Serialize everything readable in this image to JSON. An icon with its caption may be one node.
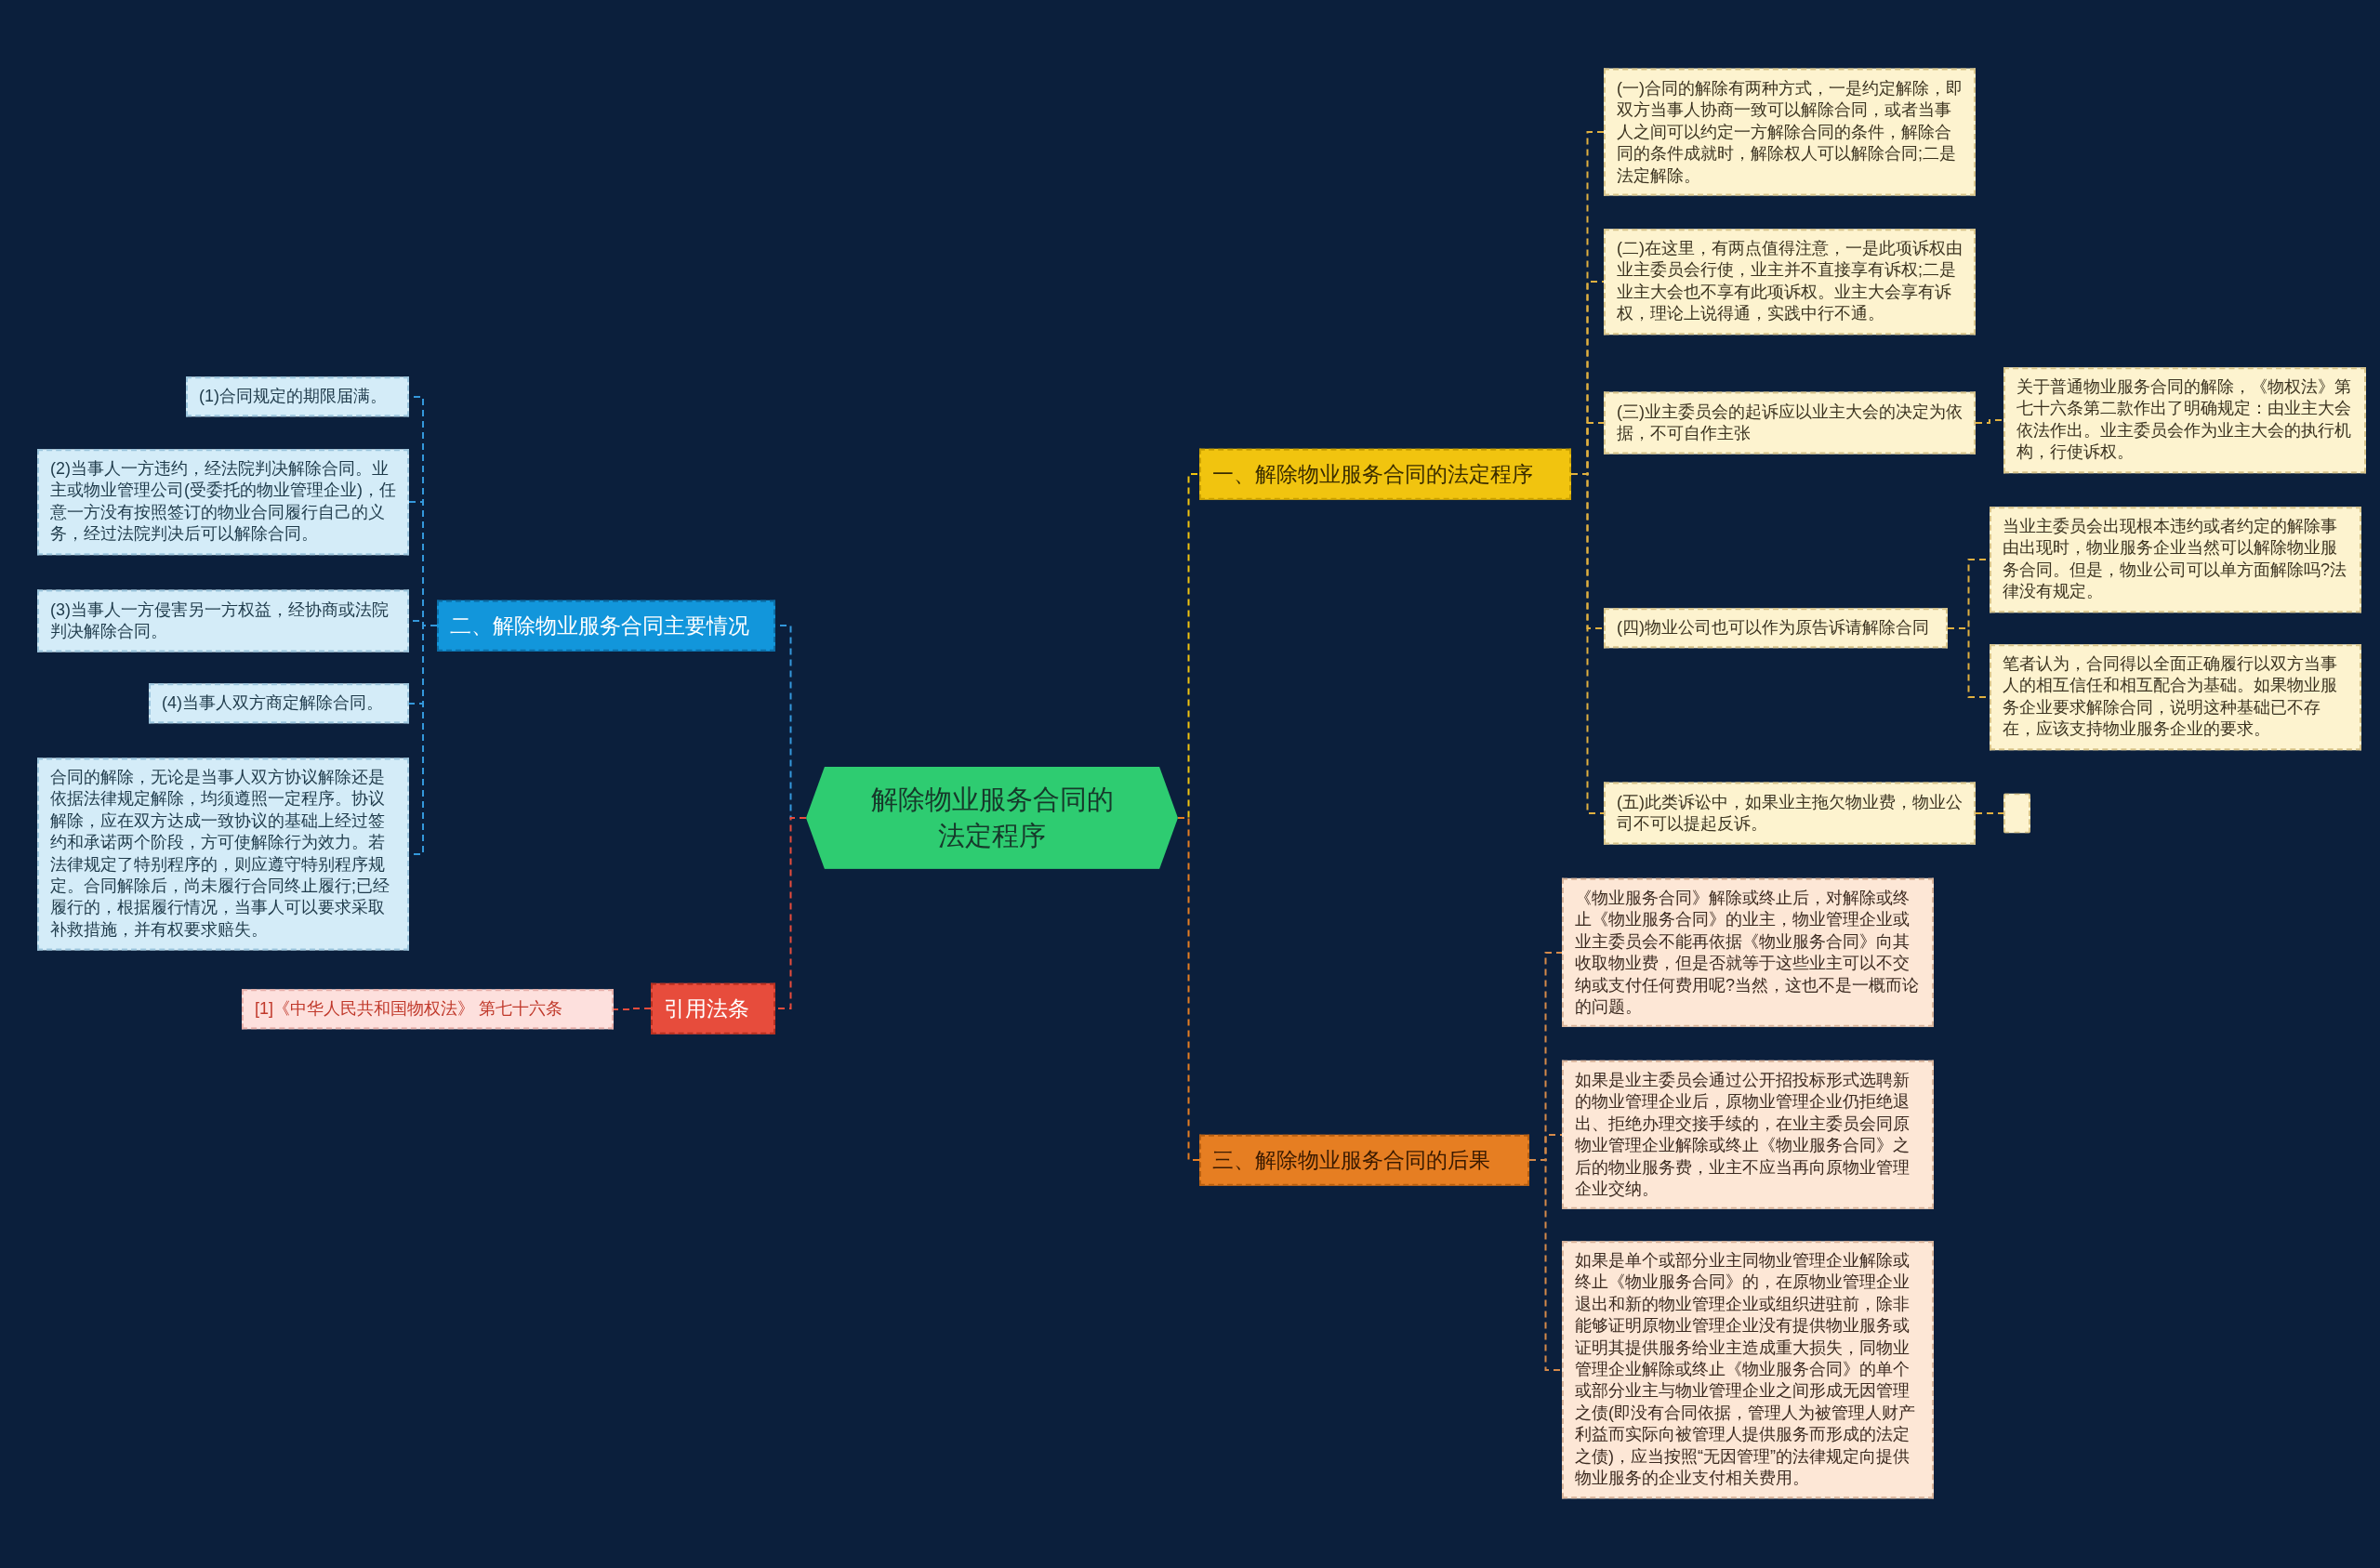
{
  "diagram": {
    "nodes": [
      {
        "text": [
          "解除物业服务合同的法定程序"
        ]
      },
      {
        "text": [
          "一、解除物业服务合同的法定程序"
        ]
      },
      {
        "text": [
          "(一)合同的解除有两种方式，一是约定解除，即双方当事人协商一致可以解除合同，或者当事人之间可以约定一方解除合同的条件，解除合同的条件成就时，解除权人可以解除合同;二是法定解除。"
        ]
      },
      {
        "text": [
          "(二)在这里，有两点值得注意，一是此项诉权由业主委员会行使，业主并不直接享有诉权;二是业主大会也不享有此项诉权。业主大会享有诉权，理论上说得通，实践中行不通。"
        ]
      },
      {
        "text": [
          "(三)业主委员会的起诉应以业主大会的决定为依据，不可自作主张"
        ]
      },
      {
        "text": [
          "关于普通物业服务合同的解除，《物权法》第七十六条第二款作出了明确规定：由业主大会依法作出。业主委员会作为业主大会的执行机构，行使诉权。"
        ]
      },
      {
        "text": [
          "(四)物业公司也可以作为原告诉请解除合同"
        ]
      },
      {
        "text": [
          "当业主委员会出现根本违约或者约定的解除事由出现时，物业服务企业当然可以解除物业服务合同。但是，物业公司可以单方面解除吗?法律没有规定。"
        ]
      },
      {
        "text": [
          "笔者认为，合同得以全面正确履行以双方当事人的相互信任和相互配合为基础。如果物业服务企业要求解除合同，说明这种基础已不存在，应该支持物业服务企业的要求。"
        ]
      },
      {
        "text": [
          "(五)此类诉讼中，如果业主拖欠物业费，物业公司不可以提起反诉。"
        ]
      },
      {
        "text": [],
        "shape": "box"
      },
      {
        "text": [
          "三、解除物业服务合同的后果"
        ]
      },
      {
        "text": [
          "《物业服务合同》解除或终止后，对解除或终止《物业服务合同》的业主，物业管理企业或业主委员会不能再依据《物业服务合同》向其收取物业费，但是否就等于这些业主可以不交纳或支付任何费用呢?当然，这也不是一概而论的问题。"
        ]
      },
      {
        "text": [
          "如果是业主委员会通过公开招投标形式选聘新的物业管理企业后，原物业管理企业仍拒绝退出、拒绝办理交接手续的，在业主委员会同原物业管理企业解除或终止《物业服务合同》之后的物业服务费，业主不应当再向原物业管理企业交纳。"
        ]
      },
      {
        "text": [
          "如果是单个或部分业主同物业管理企业解除或终止《物业服务合同》的，在原物业管理企业退出和新的物业管理企业或组织进驻前，除非能够证明原物业管理企业没有提供物业服务或证明其提供服务给业主造成重大损失，同物业管理企业解除或终止《物业服务合同》的单个或部分业主与物业管理企业之间形成无因管理之债(即没有合同依据，管理人为被管理人财产利益而实际向被管理人提供服务而形成的法定之债)，应当按照“无因管理”的法律规定向提供物业服务的企业支付相关费用。"
        ]
      },
      {
        "text": [
          "二、解除物业服务合同主要情况"
        ]
      },
      {
        "text": [
          "(1)合同规定的期限届满。"
        ]
      },
      {
        "text": [
          "(2)当事人一方违约，经法院判决解除合同。业主或物业管理公司(受委托的物业管理企业)，任意一方没有按照签订的物业合同履行自己的义务，经过法院判决后可以解除合同。"
        ]
      },
      {
        "text": [
          "(3)当事人一方侵害另一方权益，经协商或法院判决解除合同。"
        ]
      },
      {
        "text": [
          "(4)当事人双方商定解除合同。"
        ]
      },
      {
        "text": [
          "合同的解除，无论是当事人双方协议解除还是依据法律规定解除，均须遵照一定程序。协议解除，应在双方达成一致协议的基础上经过签约和承诺两个阶段，方可使解除行为效力。若法律规定了特别程序的，则应遵守特别程序规定。合同解除后，尚未履行合同终止履行;已经履行的，根据履行情况，当事人可以要求采取补救措施，并有权要求赔失。"
        ]
      },
      {
        "text": [
          "引用法条"
        ]
      },
      {
        "text": [
          "[1]《中华人民共和国物权法》 第七十六条"
        ]
      }
    ],
    "edges": [
      {
        "from": 0,
        "to": 1,
        "arrow": "none",
        "style": "dashed",
        "color": "#f1c40f"
      },
      {
        "from": 1,
        "to": 2,
        "arrow": "none",
        "style": "dashed",
        "color": "#e0b040"
      },
      {
        "from": 1,
        "to": 3,
        "arrow": "none",
        "style": "dashed",
        "color": "#e0b040"
      },
      {
        "from": 1,
        "to": 4,
        "arrow": "none",
        "style": "dashed",
        "color": "#e0b040"
      },
      {
        "from": 4,
        "to": 5,
        "arrow": "none",
        "style": "dashed",
        "color": "#e0b040"
      },
      {
        "from": 1,
        "to": 6,
        "arrow": "none",
        "style": "dashed",
        "color": "#e0b040"
      },
      {
        "from": 6,
        "to": 7,
        "arrow": "none",
        "style": "dashed",
        "color": "#e0b040"
      },
      {
        "from": 6,
        "to": 8,
        "arrow": "none",
        "style": "dashed",
        "color": "#e0b040"
      },
      {
        "from": 1,
        "to": 9,
        "arrow": "none",
        "style": "dashed",
        "color": "#e0b040"
      },
      {
        "from": 9,
        "to": 10,
        "arrow": "none",
        "style": "dashed",
        "color": "#e0b040"
      },
      {
        "from": 0,
        "to": 11,
        "arrow": "none",
        "style": "dashed",
        "color": "#e67e22"
      },
      {
        "from": 11,
        "to": 12,
        "arrow": "none",
        "style": "dashed",
        "color": "#d58a4a"
      },
      {
        "from": 11,
        "to": 13,
        "arrow": "none",
        "style": "dashed",
        "color": "#d58a4a"
      },
      {
        "from": 11,
        "to": 14,
        "arrow": "none",
        "style": "dashed",
        "color": "#d58a4a"
      },
      {
        "from": 0,
        "to": 15,
        "arrow": "none",
        "style": "dashed",
        "color": "#3498db"
      },
      {
        "from": 15,
        "to": 16,
        "arrow": "none",
        "style": "dashed",
        "color": "#3498db"
      },
      {
        "from": 15,
        "to": 17,
        "arrow": "none",
        "style": "dashed",
        "color": "#3498db"
      },
      {
        "from": 15,
        "to": 18,
        "arrow": "none",
        "style": "dashed",
        "color": "#3498db"
      },
      {
        "from": 15,
        "to": 19,
        "arrow": "none",
        "style": "dashed",
        "color": "#3498db"
      },
      {
        "from": 15,
        "to": 20,
        "arrow": "none",
        "style": "dashed",
        "color": "#3498db"
      },
      {
        "from": 0,
        "to": 21,
        "arrow": "none",
        "style": "dashed",
        "color": "#e74c3c"
      },
      {
        "from": 21,
        "to": 22,
        "arrow": "none",
        "style": "dashed",
        "color": "#e74c3c"
      }
    ]
  }
}
